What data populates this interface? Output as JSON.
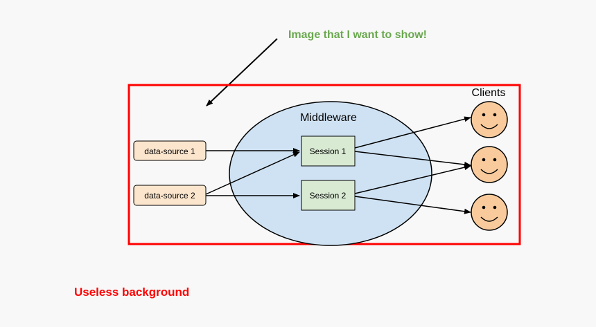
{
  "annotation": {
    "text": "Image that I want to show!",
    "color": "#6aa84f"
  },
  "background_label": {
    "text": "Useless background",
    "color": "#ff0000"
  },
  "frame": {
    "color": "#ff0000"
  },
  "middleware": {
    "label": "Middleware",
    "fill": "#cfe2f3"
  },
  "sources": [
    {
      "label": "data-source 1"
    },
    {
      "label": "data-source 2"
    }
  ],
  "source_fill": "#fce5cd",
  "sessions": [
    {
      "label": "Session 1"
    },
    {
      "label": "Session 2"
    }
  ],
  "session_fill": "#d9ead3",
  "clients": {
    "label": "Clients",
    "count": 3,
    "face_fill": "#f9cb9c",
    "face_icon": "smiley-face-icon"
  }
}
